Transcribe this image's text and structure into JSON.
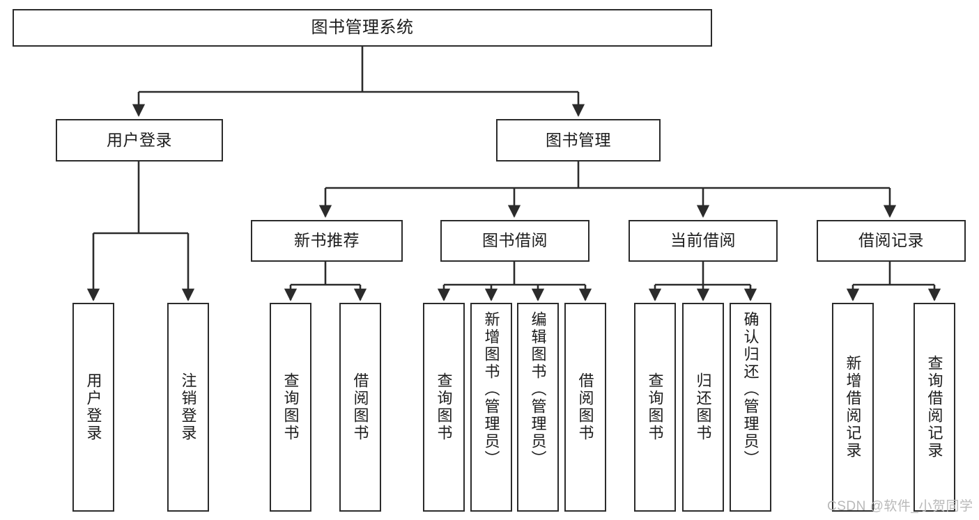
{
  "diagram": {
    "type": "tree",
    "title": "图书管理系统",
    "root": {
      "label": "图书管理系统"
    },
    "level1": [
      {
        "label": "用户登录"
      },
      {
        "label": "图书管理"
      }
    ],
    "level2": [
      {
        "label": "新书推荐"
      },
      {
        "label": "图书借阅"
      },
      {
        "label": "当前借阅"
      },
      {
        "label": "借阅记录"
      }
    ],
    "leaves": {
      "user_login": [
        {
          "label": "用户登录"
        },
        {
          "label": "注销登录"
        }
      ],
      "new_book_recommend": [
        {
          "label": "查询图书"
        },
        {
          "label": "借阅图书"
        }
      ],
      "book_borrow": [
        {
          "label": "查询图书"
        },
        {
          "label": "新增图书（管理员）"
        },
        {
          "label": "编辑图书（管理员）"
        },
        {
          "label": "借阅图书"
        }
      ],
      "current_borrow": [
        {
          "label": "查询图书"
        },
        {
          "label": "归还图书"
        },
        {
          "label": "确认归还（管理员）"
        }
      ],
      "borrow_record": [
        {
          "label": "新增借阅记录"
        },
        {
          "label": "查询借阅记录"
        }
      ]
    }
  },
  "watermark": {
    "text": "CSDN @软件_小贺同学"
  },
  "colors": {
    "stroke": "#2b2b2b",
    "background": "#ffffff",
    "text": "#1c1c1c",
    "watermark": "#b9b9b9"
  }
}
